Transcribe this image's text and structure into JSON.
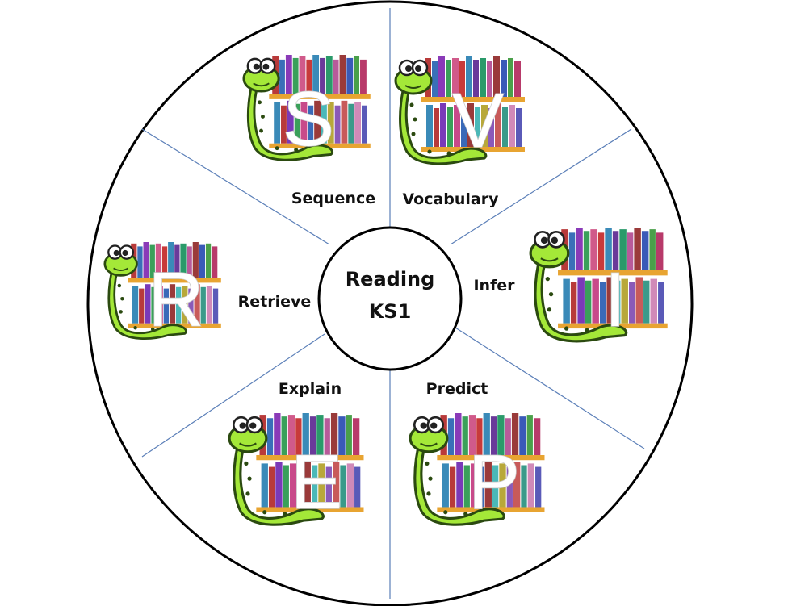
{
  "center": {
    "line1": "Reading",
    "line2": "KS1"
  },
  "segments": [
    {
      "letter": "S",
      "label": "Sequence"
    },
    {
      "letter": "V",
      "label": "Vocabulary"
    },
    {
      "letter": "I",
      "label": "Infer"
    },
    {
      "letter": "P",
      "label": "Predict"
    },
    {
      "letter": "E",
      "label": "Explain"
    },
    {
      "letter": "R",
      "label": "Retrieve"
    }
  ],
  "icon": "bookworm-bookshelf-icon",
  "colors": {
    "outline": "#000000",
    "divider": "#5b7fb8",
    "worm": "#a4e838",
    "shelf": "#e8a431",
    "letter": "#ffffff"
  }
}
